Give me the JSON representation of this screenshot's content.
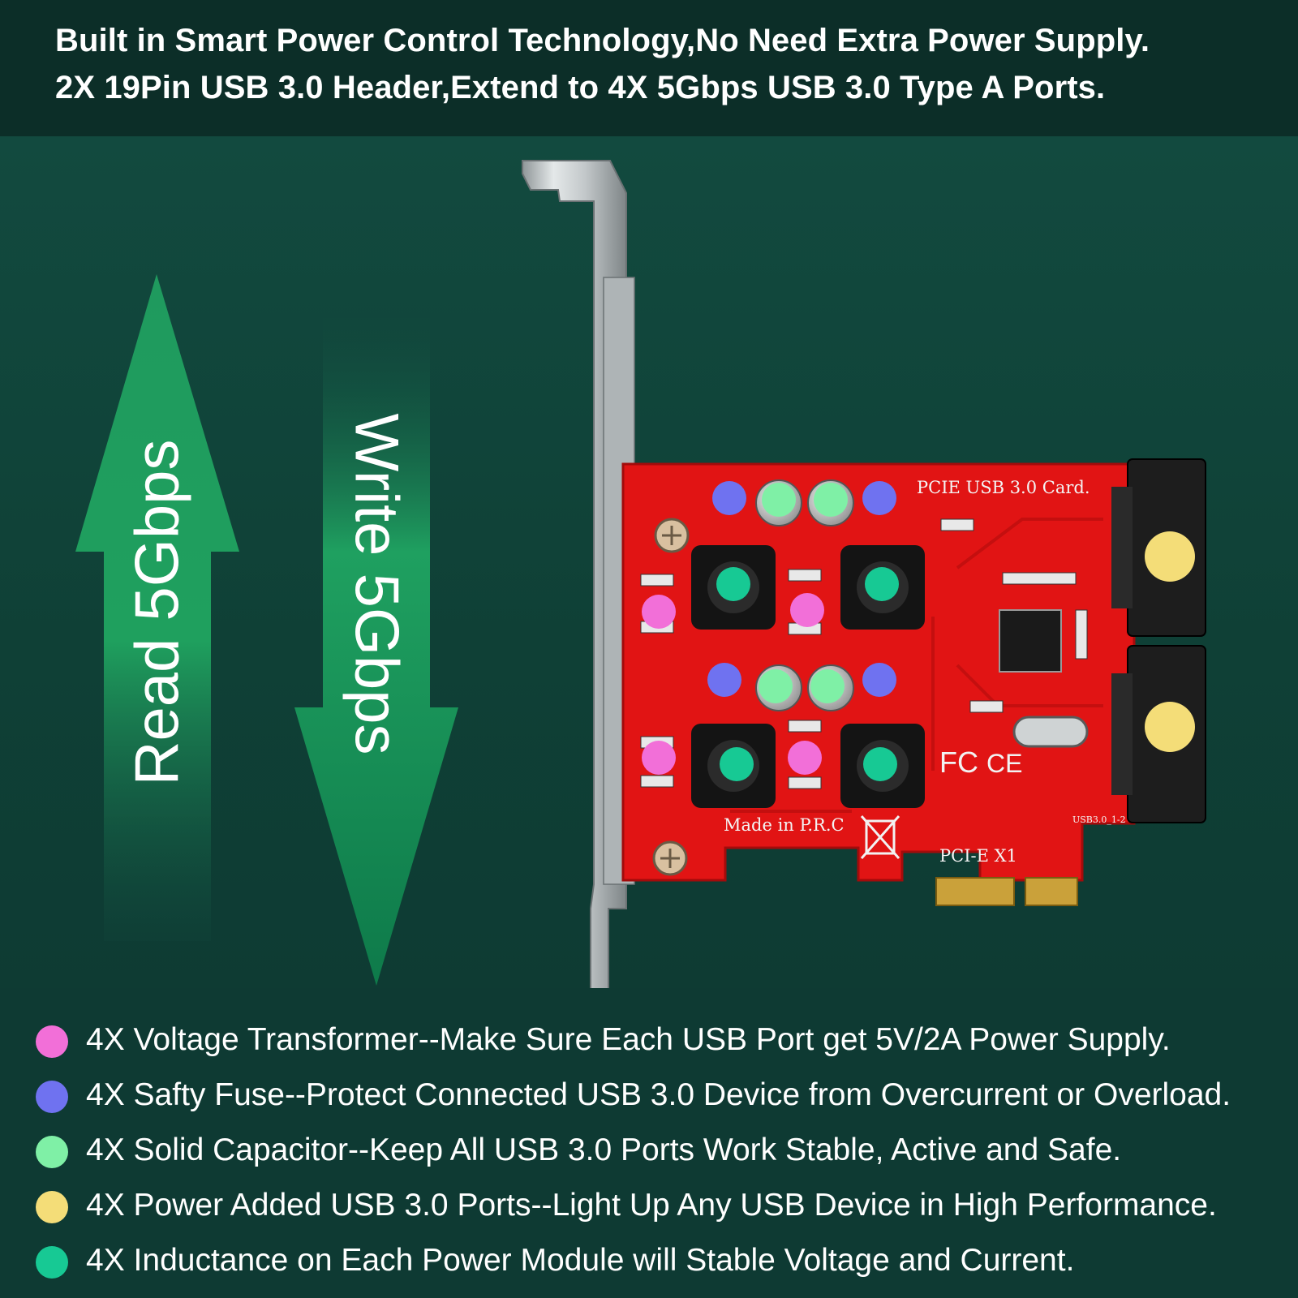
{
  "header": {
    "line1": "Built in Smart Power Control Technology,No Need Extra Power Supply.",
    "line2": "2X 19Pin USB 3.0 Header,Extend to 4X 5Gbps USB 3.0 Type A Ports."
  },
  "arrows": {
    "read": "Read 5Gbps",
    "write": "Write 5Gbps"
  },
  "card": {
    "title_silk": "PCIE USB 3.0 Card.",
    "origin_silk": "Made in P.R.C",
    "slot_silk": "PCI-E X1",
    "model_silk": "USB3.0_1-2",
    "fc_mark": "FC",
    "ce_mark": "CE"
  },
  "features": [
    {
      "color": "#f26fd8",
      "text": "4X Voltage Transformer--Make Sure Each USB Port get 5V/2A Power Supply."
    },
    {
      "color": "#6f72f0",
      "text": "4X Safty Fuse--Protect Connected USB 3.0 Device from Overcurrent or Overload."
    },
    {
      "color": "#7ff0a6",
      "text": "4X Solid Capacitor--Keep All USB 3.0 Ports Work Stable, Active and Safe."
    },
    {
      "color": "#f4dd78",
      "text": "4X Power Added USB 3.0 Ports--Light Up Any USB Device in High Performance."
    },
    {
      "color": "#17c994",
      "text": "4X Inductance on Each Power Module will Stable Voltage and Current."
    }
  ]
}
